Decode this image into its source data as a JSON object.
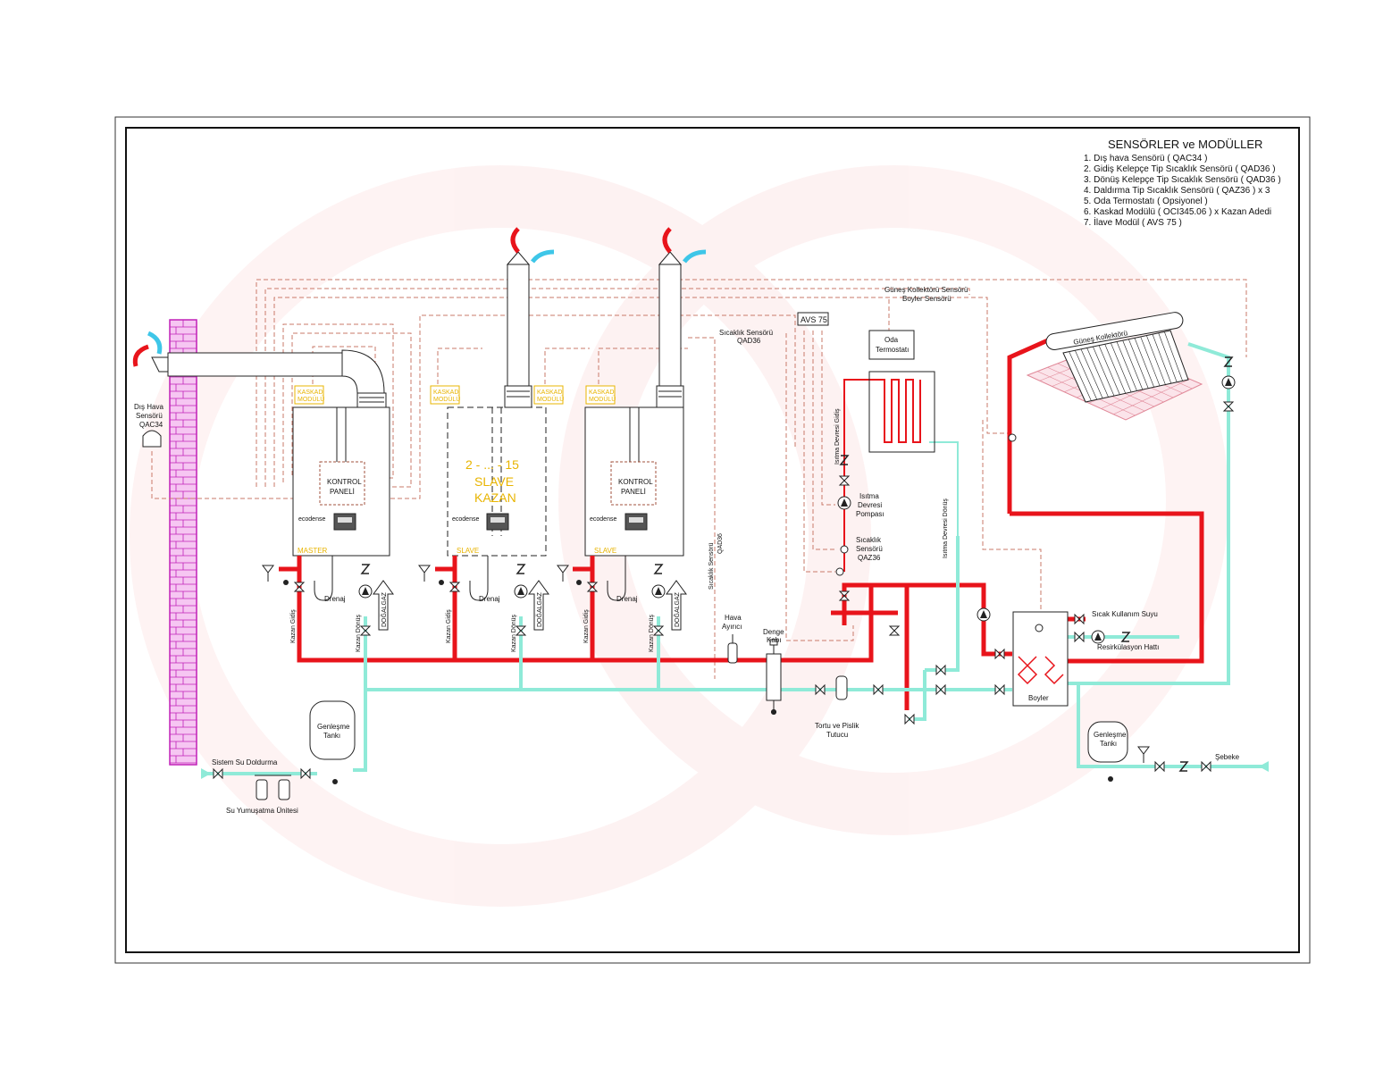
{
  "legend": {
    "title": "SENSÖRLER ve MODÜLLER",
    "items": [
      "1. Dış hava Sensörü ( QAC34 )",
      "2. Gidiş Kelepçe Tip Sıcaklık Sensörü ( QAD36 )",
      "3. Dönüş Kelepçe Tip Sıcaklık Sensörü ( QAD36 )",
      "4. Daldırma Tip Sıcaklık Sensörü ( QAZ36 ) x 3",
      "5. Oda Termostatı ( Opsiyonel )",
      "6. Kaskad Modülü ( OCI345.06 ) x Kazan Adedi",
      "7. İlave Modül ( AVS 75 )"
    ]
  },
  "boilers": {
    "kaskad_line1": "KASKAD",
    "kaskad_line2": "MODÜLÜ",
    "control_line1": "KONTROL",
    "control_line2": "PANELİ",
    "brand": "ecodense",
    "master_label": "MASTER",
    "slave_label": "SLAVE",
    "slave_range": "2 - ... - 15",
    "slave_line1": "SLAVE",
    "slave_line2": "KAZAN",
    "drenaj": "Drenaj",
    "kazan_gidis": "Kazan Gidiş",
    "kazan_donus": "Kazan Dönüş",
    "dogalgaz": "DOĞALGAZ"
  },
  "labels": {
    "dis_hava_1": "Dış Hava",
    "dis_hava_2": "Sensörü",
    "dis_hava_3": "QAC34",
    "gunes_sensor": "Güneş Kollektörü Sensörü",
    "boyler_sensor": "Boyler Sensörü",
    "avs": "AVS 75",
    "sicaklik_sensor_1": "Sıcaklık Sensörü",
    "sicaklik_sensor_2": "QAD36",
    "oda_1": "Oda",
    "oda_2": "Termostatı",
    "isitma_gidis": "Isıtma Devresi Gidiş",
    "isitma_donus": "Isıtma Devresi Dönüş",
    "pompa_1": "Isıtma",
    "pompa_2": "Devresi",
    "pompa_3": "Pompası",
    "qaz_1": "Sıcaklık",
    "qaz_2": "Sensörü",
    "qaz_3": "QAZ36",
    "vert_sensor_1": "Sıcaklık Sensörü",
    "vert_sensor_2": "QAD36",
    "hava_1": "Hava",
    "hava_2": "Ayırıcı",
    "denge_1": "Denge",
    "denge_2": "Kabı",
    "tortu_1": "Tortu ve Pislik",
    "tortu_2": "Tutucu",
    "gunes_kollektor": "Güneş Kollektörü",
    "sicak_su": "Sıcak Kullanım Suyu",
    "resirkulasyon": "Resirkülasyon Hattı",
    "boyler": "Boyler",
    "genlesme_1": "Genleşme",
    "genlesme_2": "Tankı",
    "sebeke": "Şebeke",
    "sistem_su": "Sistem Su Doldurma",
    "su_yumusatma": "Su Yumuşatma Ünitesi"
  },
  "colors": {
    "hot_pipe": "#e8141b",
    "cold_pipe": "#8fead8",
    "sensor_wire": "#c97a6a",
    "chimney_brick": "#e06ad8",
    "accent_text": "#e8b400"
  }
}
